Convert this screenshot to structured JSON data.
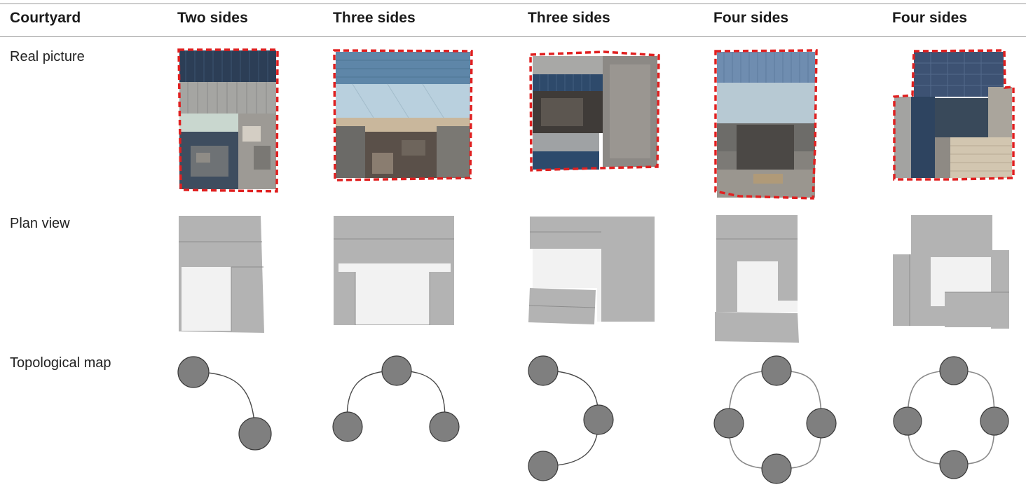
{
  "table": {
    "header": {
      "row_title": "Courtyard",
      "columns": [
        "Two sides",
        "Three sides",
        "Three sides",
        "Four sides",
        "Four sides"
      ]
    },
    "rows": [
      {
        "label": "Real picture"
      },
      {
        "label": "Plan view"
      },
      {
        "label": "Topological map"
      }
    ]
  },
  "colors": {
    "outline": "#e02020",
    "plan_building": "#b3b3b3",
    "plan_courtyard": "#f2f2f2",
    "node_fill": "#7f7f7f"
  }
}
